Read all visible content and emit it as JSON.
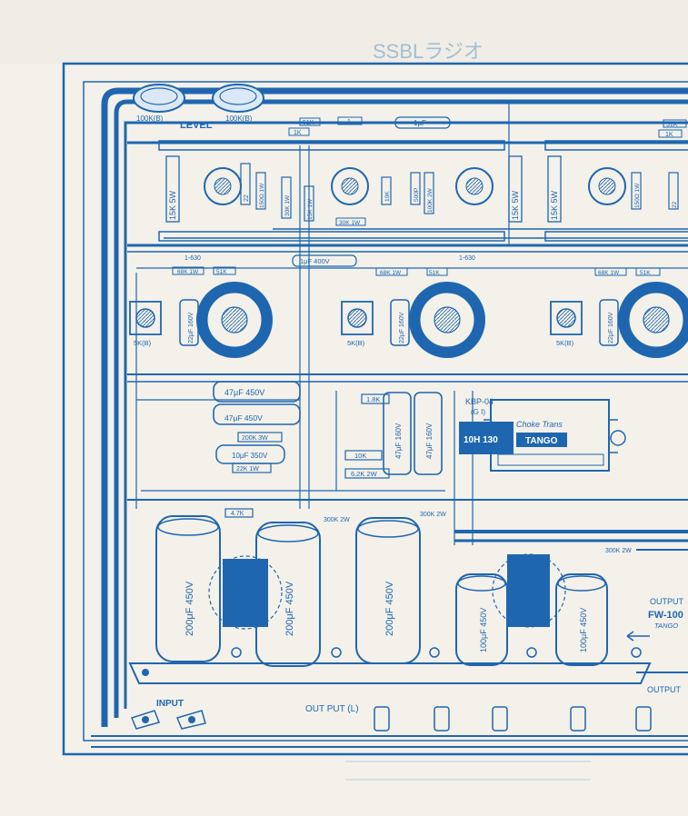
{
  "colors": {
    "paper": "#f3f1ea",
    "ink": "#1f66b0",
    "ink_dark": "#16528f",
    "fill_light": "#dbe8f5"
  },
  "labels": {
    "level": "LEVEL",
    "pot_left": "100K(B)",
    "pot_right": "100K(B)",
    "input": "INPUT",
    "output_l": "OUT PUT (L)",
    "output_side": "OUTPUT",
    "output_trans": "FW-100",
    "tango_small": "TANGO",
    "output_bottom": "OUTPUT",
    "choke_model": "KBP-04",
    "choke_sub": "(G I)",
    "choke_title": "Choke Trans",
    "choke_part": "10H 130",
    "choke_brand": "TANGO",
    "top_header": "SSBLラジオ"
  },
  "components": {
    "resistors_top": [
      "51K",
      "1K",
      ".1",
      "1μF",
      "51K",
      "1K"
    ],
    "vertical_top": [
      "15K 5W",
      "22",
      "150Ω 1W",
      "15K 1W",
      "30K 1W",
      "10K",
      "500P",
      "100K 2W",
      "15K 5W",
      "150Ω 1W",
      "22"
    ],
    "mid": [
      "1-630",
      "68K 1W",
      "51K",
      "1μF 400V",
      "68K 1W",
      "51K",
      "1-630",
      "68K 1W",
      "51K",
      "30K 1W"
    ],
    "sockets": [
      "5K(B)",
      "22μF 160V",
      "5K(B)",
      "22μF 160V",
      "5K(B)",
      "22μF 160V"
    ],
    "power": [
      "47μF 450V",
      "47μF 450V",
      "200K 3W",
      "10μF 350V",
      "22K 1W",
      "1.8K",
      "10K",
      "6.2K 2W",
      "47μF 160V",
      "47μF 160V"
    ],
    "big_caps": [
      "200μF 450V",
      "200μF 450V",
      "200μF 450V",
      "100μF 450V",
      "100μF 450V"
    ],
    "bottom_res": [
      "4.7K",
      "300K 2W",
      "300K 2W",
      "300K 2W"
    ]
  }
}
